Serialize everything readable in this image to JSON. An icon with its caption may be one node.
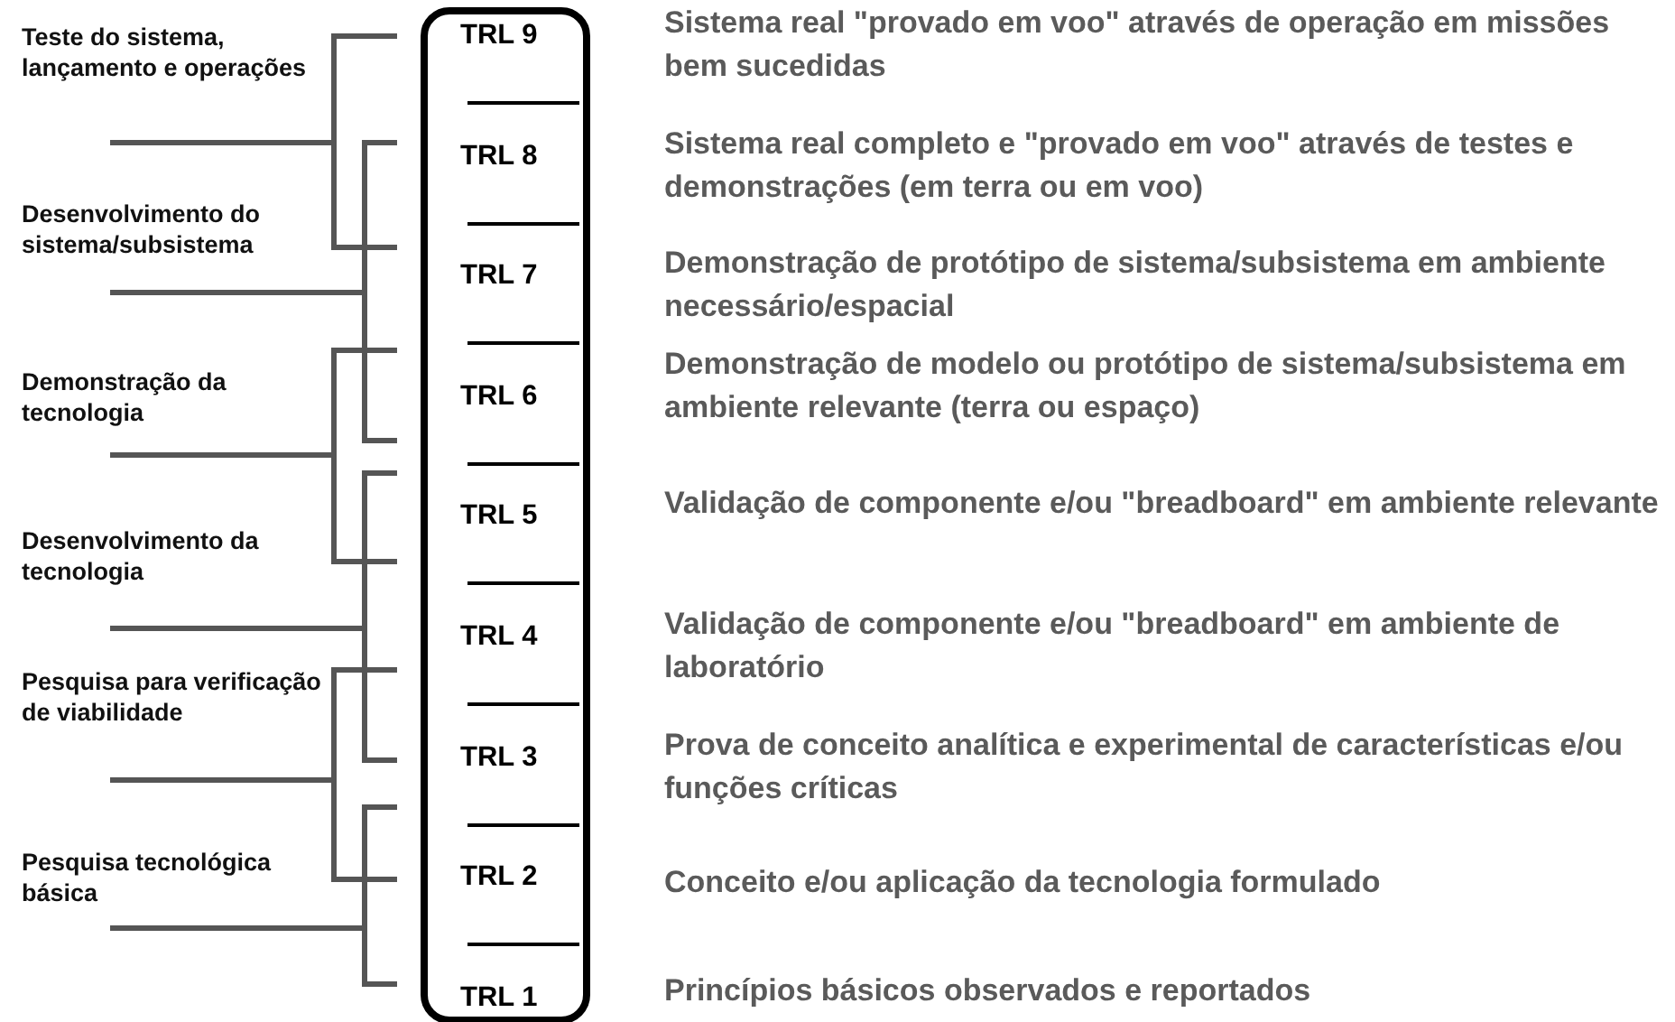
{
  "diagram": {
    "nodes": [
      {
        "text": [
          "TRL 9",
          "TRL 8",
          "TRL 7",
          "TRL 6",
          "TRL 5",
          "TRL 4",
          "TRL 3",
          "TRL 2",
          "TRL 1"
        ],
        "beside": [
          "Sistema real \"provado em voo\" através de operação em missões bem sucedidas",
          "Sistema real completo e \"provado em voo\" através de testes e demonstrações (em terra ou em voo)",
          "Demonstração de protótipo de sistema/subsistema em ambiente necessário/espacial",
          "Demonstração de modelo ou protótipo de sistema/subsistema em ambiente relevante (terra ou espaço)",
          "Validação de componente e/ou \"breadboard\" em ambiente relevante",
          "Validação de componente e/ou \"breadboard\" em ambiente de laboratório",
          "Prova de conceito analítica e experimental de características e/ou funções críticas",
          "Conceito e/ou aplicação da tecnologia formulado",
          "Princípios básicos observados e reportados"
        ]
      }
    ],
    "labels": [
      "Teste do sistema, lançamento e operações",
      "Desenvolvimento do sistema/subsistema",
      "Demonstração da tecnologia",
      "Desenvolvimento da tecnologia",
      "Pesquisa para verificação de viabilidade",
      "Pesquisa tecnológica básica"
    ]
  }
}
